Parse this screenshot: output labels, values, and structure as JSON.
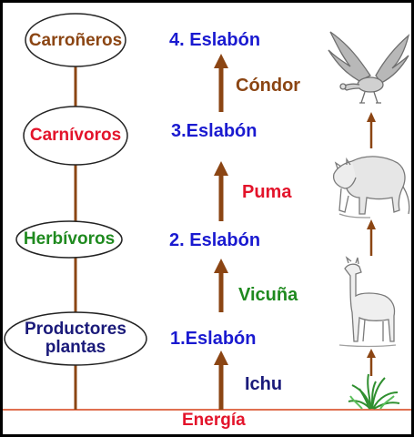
{
  "colors": {
    "trunk": "#8b4513",
    "arrow": "#8b4513",
    "ground": "#e07050",
    "blue": "#1a1ad0",
    "red": "#e3142b",
    "green": "#1f8a1f",
    "brown": "#8b4513",
    "navy": "#1a1a7a",
    "sketch": "#8a8a8a"
  },
  "levels": [
    {
      "group": "Carroñeros",
      "group_color": "#8b4513",
      "link": "4. Eslabón",
      "organism": "Cóndor",
      "organism_color": "#8b4513",
      "image_icon": "condor-icon"
    },
    {
      "group": "Carnívoros",
      "group_color": "#e3142b",
      "link": "3.Eslabón",
      "organism": "Puma",
      "organism_color": "#e3142b",
      "image_icon": "puma-icon"
    },
    {
      "group": "Herbívoros",
      "group_color": "#1f8a1f",
      "link": "2. Eslabón",
      "organism": "Vicuña",
      "organism_color": "#1f8a1f",
      "image_icon": "vicuna-icon"
    },
    {
      "group": "Productores plantas",
      "group_color": "#1a1a7a",
      "link": "1.Eslabón",
      "organism": "Ichu",
      "organism_color": "#1a1a7a",
      "image_icon": "ichu-grass-icon"
    }
  ],
  "energy_label": "Energía"
}
